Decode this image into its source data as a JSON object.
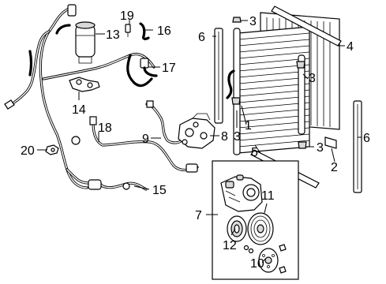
{
  "callouts": {
    "c1": "1",
    "c2": "2",
    "c3a": "3",
    "c3b": "3",
    "c3c": "3",
    "c3d": "3",
    "c4": "4",
    "c5": "5",
    "c6a": "6",
    "c6b": "6",
    "c7": "7",
    "c8": "8",
    "c9": "9",
    "c10": "10",
    "c11": "11",
    "c12": "12",
    "c13": "13",
    "c14": "14",
    "c15": "15",
    "c16": "16",
    "c17": "17",
    "c18": "18",
    "c19": "19",
    "c20": "20"
  }
}
